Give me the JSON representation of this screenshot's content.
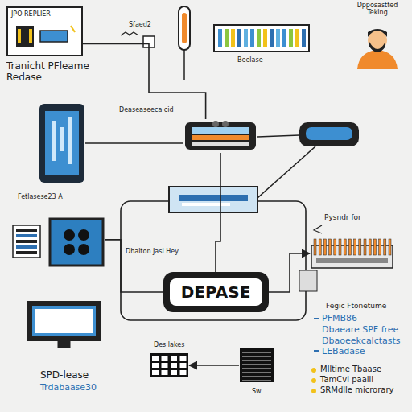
{
  "diagram": {
    "nodes": [
      {
        "text": [
          "JPO REPLIER",
          "Tranicht PFleame Redase"
        ]
      },
      {
        "text": [
          "Beelase"
        ]
      },
      {
        "text": [
          "Dpposastted Teking"
        ]
      },
      {
        "text": [
          "Deaseaseeca cid"
        ]
      },
      {
        "text": [
          "Fetlasese23 A"
        ]
      },
      {
        "text": [
          "Dhaiton Jasi Hey"
        ]
      },
      {
        "text": [
          "Pysndr for",
          "Fegic Ftonetume"
        ]
      },
      {
        "text": [
          "DEPASE"
        ]
      },
      {
        "text": [
          "SPD-lease",
          "Trdabaase30"
        ]
      },
      {
        "text": [
          "Des lakes"
        ]
      },
      {
        "text": [
          "Sw"
        ]
      }
    ],
    "edges": [
      {
        "from": 0,
        "to": 3,
        "arrow": "none"
      },
      {
        "from": 4,
        "to": 3,
        "arrow": "none"
      },
      {
        "from": 3,
        "to": 7,
        "arrow": "none"
      },
      {
        "from": 5,
        "to": 7,
        "arrow": "none"
      },
      {
        "from": 7,
        "to": 6,
        "arrow": "to"
      },
      {
        "from": 10,
        "to": 9,
        "arrow": "to"
      }
    ],
    "labels": [
      "Sfaed2",
      "PFMB86",
      "Dbaeare SPF free",
      "Dbaoeekcalctasts",
      "LEBadase",
      "Mlltime Tbaase",
      "TamCvl paalil",
      "SRMdlle microrary"
    ]
  }
}
